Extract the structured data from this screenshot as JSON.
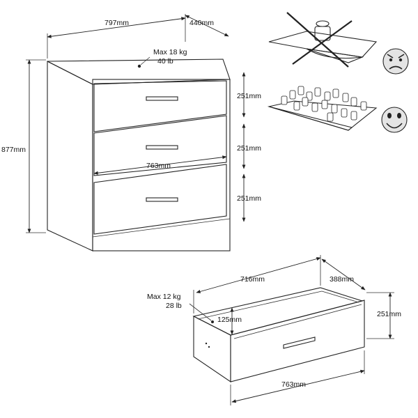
{
  "cabinet": {
    "width_label": "797mm",
    "depth_label": "440mm",
    "height_label": "877mm",
    "inner_width_label": "763mm",
    "drawer_height_labels": [
      "251mm",
      "251mm",
      "251mm"
    ],
    "top_load_line1": "Max 18 kg",
    "top_load_line2": "40 lb"
  },
  "drawer": {
    "inner_width_label": "716mm",
    "depth_label": "388mm",
    "front_height_label": "251mm",
    "inner_height_label": "125mm",
    "front_width_label": "763mm",
    "load_line1": "Max 12 kg",
    "load_line2": "28 lb"
  },
  "load_tips": {
    "bad_face": "angry-face-icon",
    "good_face": "smiling-face-icon"
  }
}
